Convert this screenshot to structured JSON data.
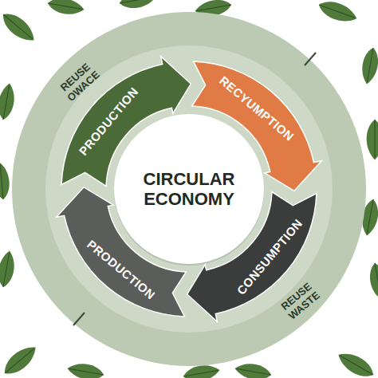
{
  "diagram": {
    "nodes": [
      {
        "text": [
          "PRODUCTION"
        ]
      },
      {
        "text": [
          "RECYUMPTION"
        ]
      },
      {
        "text": [
          "CIRCULAR ECONOMY"
        ]
      },
      {
        "text": [
          "CONSUMPTION"
        ]
      },
      {
        "text": [
          "PRODUCTION"
        ]
      }
    ],
    "labels": [
      "REUSE OWACE",
      "REUSE WASTE"
    ]
  }
}
